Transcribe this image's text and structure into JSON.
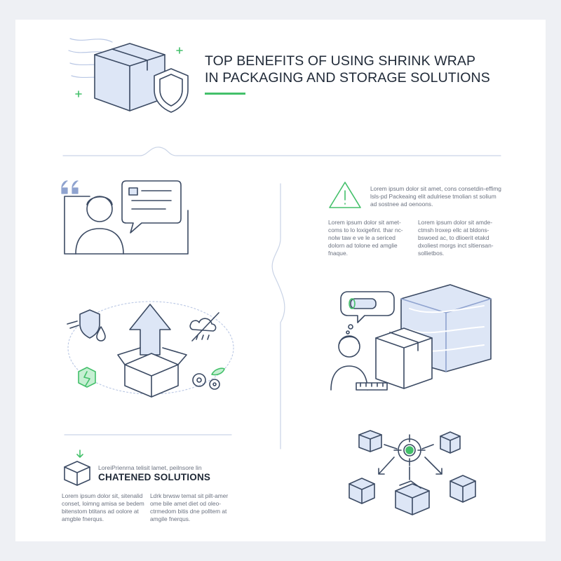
{
  "header": {
    "title_line1": "TOP BENEFITS OF USING SHRINK WRAP",
    "title_line2": "IN PACKAGING AND STORAGE SOLUTIONS"
  },
  "warning_block": {
    "text": "Lorem ipsum dolor sit amet, cons consetdin-effimg lsls-pd Packeaing elit adulriese tmolian st solium ad sostnee ad oenoons."
  },
  "column_left": {
    "text": "Lorem ipsum dolor sit amet-coms to lo loxigefint. thar nc-nolw taw e ve le a sericed dolorn ad tolone ed amglie fnaque."
  },
  "column_right": {
    "text": "Lorem ipsum dolor sit amde-ctmsh lroxep ellc at bldons-bswoed ac, to dlioerit etakd dxoliest morgs inct sltiensan-sollietbos."
  },
  "bottom_section": {
    "kicker": "LoreiPrienrna telisit lamet, peilnsore lin",
    "heading": "CHATENED SOLUTIONS",
    "col1": "Lorem ipsum dolor sit, sitenalid conset, loimng amisa se bedem bitenstom btitans ad oolore at amgble fnerqus.",
    "col2": "Ldrk brwsw temat sit pilt-amer ome bile amet diet od oleo-ctrmedom bitis dne polltem at amgile fnerqus."
  },
  "colors": {
    "accent": "#43c06a",
    "ink": "#3b4a63",
    "fill": "#dde6f6"
  }
}
